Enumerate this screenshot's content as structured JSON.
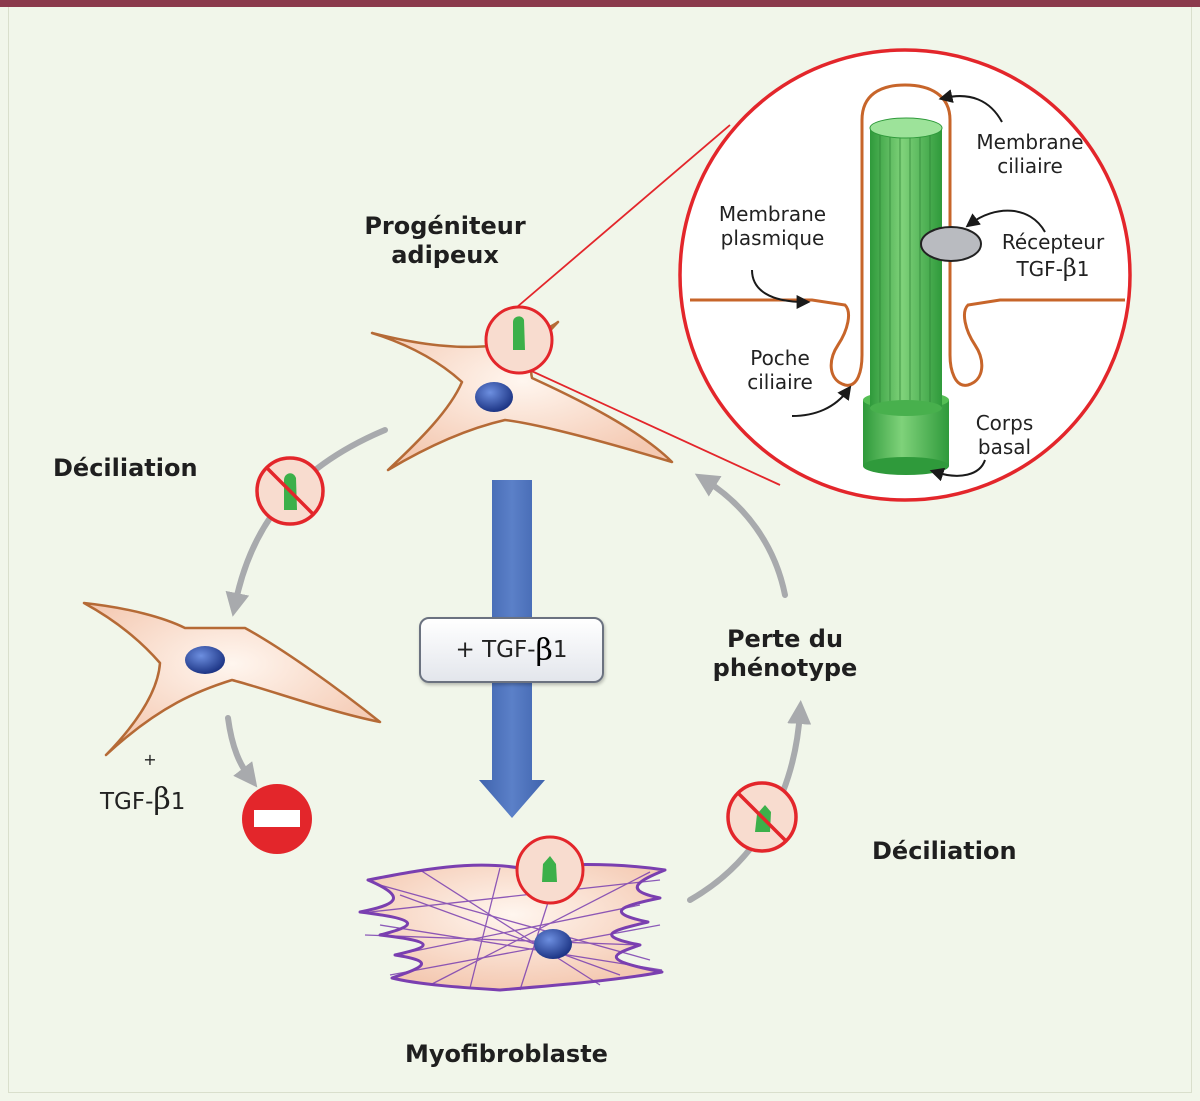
{
  "labels": {
    "progenitor": [
      "Progéniteur",
      "adipeux"
    ],
    "deciliation_left": "Déciliation",
    "deciliation_right": "Déciliation",
    "loss_of_phenotype": [
      "Perte du",
      "phénotype"
    ],
    "myofibroblast": "Myofibroblaste",
    "tgf_box": {
      "prefix": "+ TGF-",
      "beta": "β",
      "suffix": "1"
    },
    "left_tgf": {
      "plus": "+",
      "prefix": "TGF-",
      "beta": "β",
      "suffix": "1"
    }
  },
  "inset": {
    "membrane_ciliaire": [
      "Membrane",
      "ciliaire"
    ],
    "membrane_plasmique": [
      "Membrane",
      "plasmique"
    ],
    "recepteur": [
      "Récepteur",
      "TGF-",
      "β",
      "1"
    ],
    "poche_ciliaire": [
      "Poche",
      "ciliaire"
    ],
    "corps_basal": [
      "Corps",
      "basal"
    ]
  },
  "colors": {
    "background": "#f1f6ea",
    "top_bar": "#8b3a4c",
    "cell_fill": "#fbe3d6",
    "cell_outline": "#b56a36",
    "nucleus": "#2f4fa6",
    "cilium": "#3cb04a",
    "prohibit": "#e3262b",
    "main_arrow": "#4a6fb5",
    "cycle_arrow": "#a8aaad",
    "myofibroblast_outline": "#7a3fb0",
    "membrane": "#c7652a"
  }
}
